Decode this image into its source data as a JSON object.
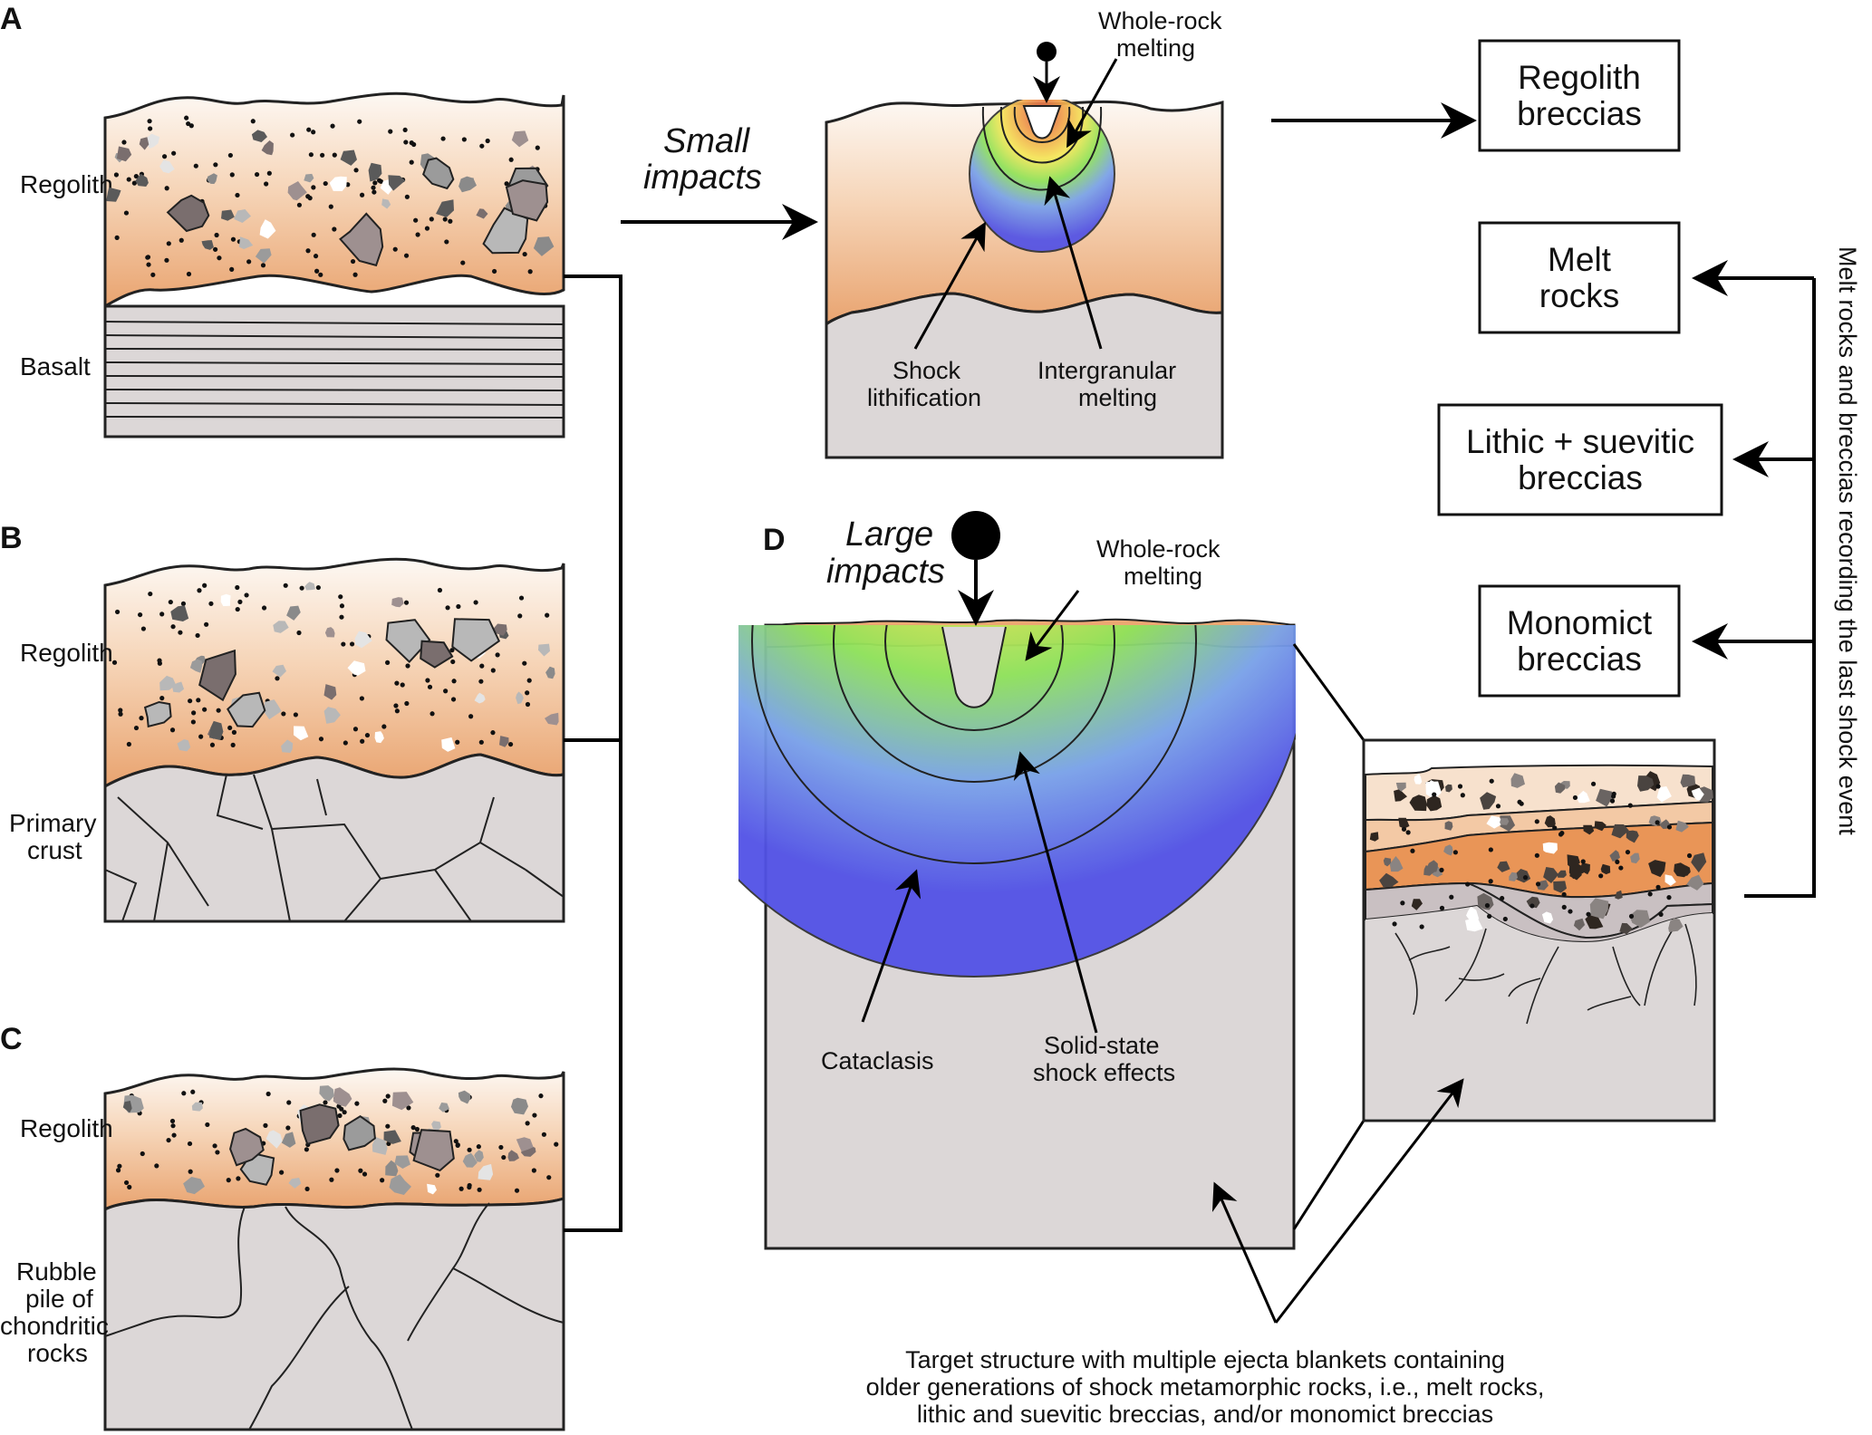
{
  "figure": {
    "panels": {
      "A": {
        "letter": "A",
        "upper_layer": "Regolith",
        "lower_layer": "Basalt"
      },
      "B": {
        "letter": "B",
        "upper_layer": "Regolith",
        "lower_layer_lines": [
          "Primary",
          "crust"
        ]
      },
      "C": {
        "letter": "C",
        "upper_layer": "Regolith",
        "lower_layer_lines": [
          "Rubble",
          "pile of",
          "chondritic",
          "rocks"
        ]
      },
      "D": {
        "letter": "D"
      }
    },
    "small_impacts": {
      "label_lines": [
        "Small",
        "impacts"
      ],
      "whole_rock_melting": [
        "Whole-rock",
        "melting"
      ],
      "shock_lithification": [
        "Shock",
        "lithification"
      ],
      "intergranular_melting": [
        "Intergranular",
        "melting"
      ]
    },
    "large_impacts": {
      "label_lines": [
        "Large",
        "impacts"
      ],
      "whole_rock_melting": [
        "Whole-rock",
        "melting"
      ],
      "cataclasis": "Cataclasis",
      "solid_state": [
        "Solid-state",
        "shock effects"
      ]
    },
    "output_boxes": [
      {
        "lines": [
          "Regolith",
          "breccias"
        ]
      },
      {
        "lines": [
          "Melt",
          "rocks"
        ]
      },
      {
        "lines": [
          "Lithic + suevitic",
          "breccias"
        ]
      },
      {
        "lines": [
          "Monomict",
          "breccias"
        ]
      }
    ],
    "vertical_note": "Melt rocks and breccias recording the last shock event",
    "caption_lines": [
      "Target structure with multiple ejecta blankets containing",
      "older generations of shock metamorphic rocks, i.e., melt rocks,",
      "lithic and suevitic breccias, and/or monomict breccias"
    ],
    "colors": {
      "regolith_top": "#fdf6f0",
      "regolith_bottom": "#eaa36f",
      "bedrock": "#dcd7d7",
      "outline": "#222222",
      "shock_hot": "#e0574a",
      "shock_yellow": "#f5e85a",
      "shock_green": "#8fe35a",
      "shock_lightblue": "#7aa3ea",
      "shock_blue": "#5252e6"
    }
  }
}
